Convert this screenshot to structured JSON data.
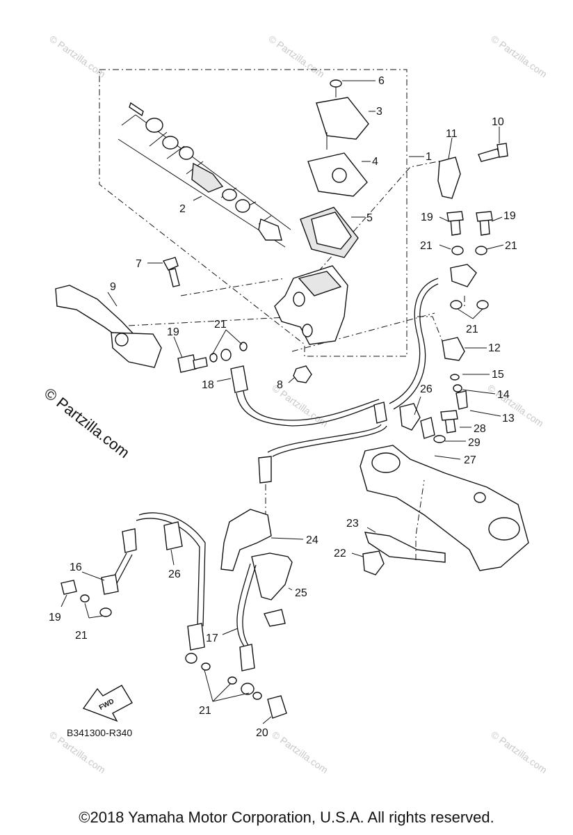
{
  "diagram": {
    "callouts": {
      "c1": "1",
      "c2": "2",
      "c3": "3",
      "c4": "4",
      "c5": "5",
      "c6": "6",
      "c7": "7",
      "c8": "8",
      "c9": "9",
      "c10": "10",
      "c11": "11",
      "c12": "12",
      "c13": "13",
      "c14": "14",
      "c15": "15",
      "c16": "16",
      "c17": "17",
      "c18": "18",
      "c19a": "19",
      "c19b": "19",
      "c19c": "19",
      "c19d": "19",
      "c20": "20",
      "c21a": "21",
      "c21b": "21",
      "c21c": "21",
      "c21d": "21",
      "c21e": "21",
      "c21f": "21",
      "c22": "22",
      "c23": "23",
      "c24": "24",
      "c25": "25",
      "c26a": "26",
      "c26b": "26",
      "c27": "27",
      "c28": "28",
      "c29": "29"
    },
    "fwd_label": "FWD",
    "diagram_code": "B341300-R340",
    "watermark_side": "© Partzilla.com",
    "watermark_small": "© Partzilla.com"
  },
  "footer": {
    "copyright": "©2018  Yamaha Motor Corporation, U.S.A. All rights reserved."
  }
}
